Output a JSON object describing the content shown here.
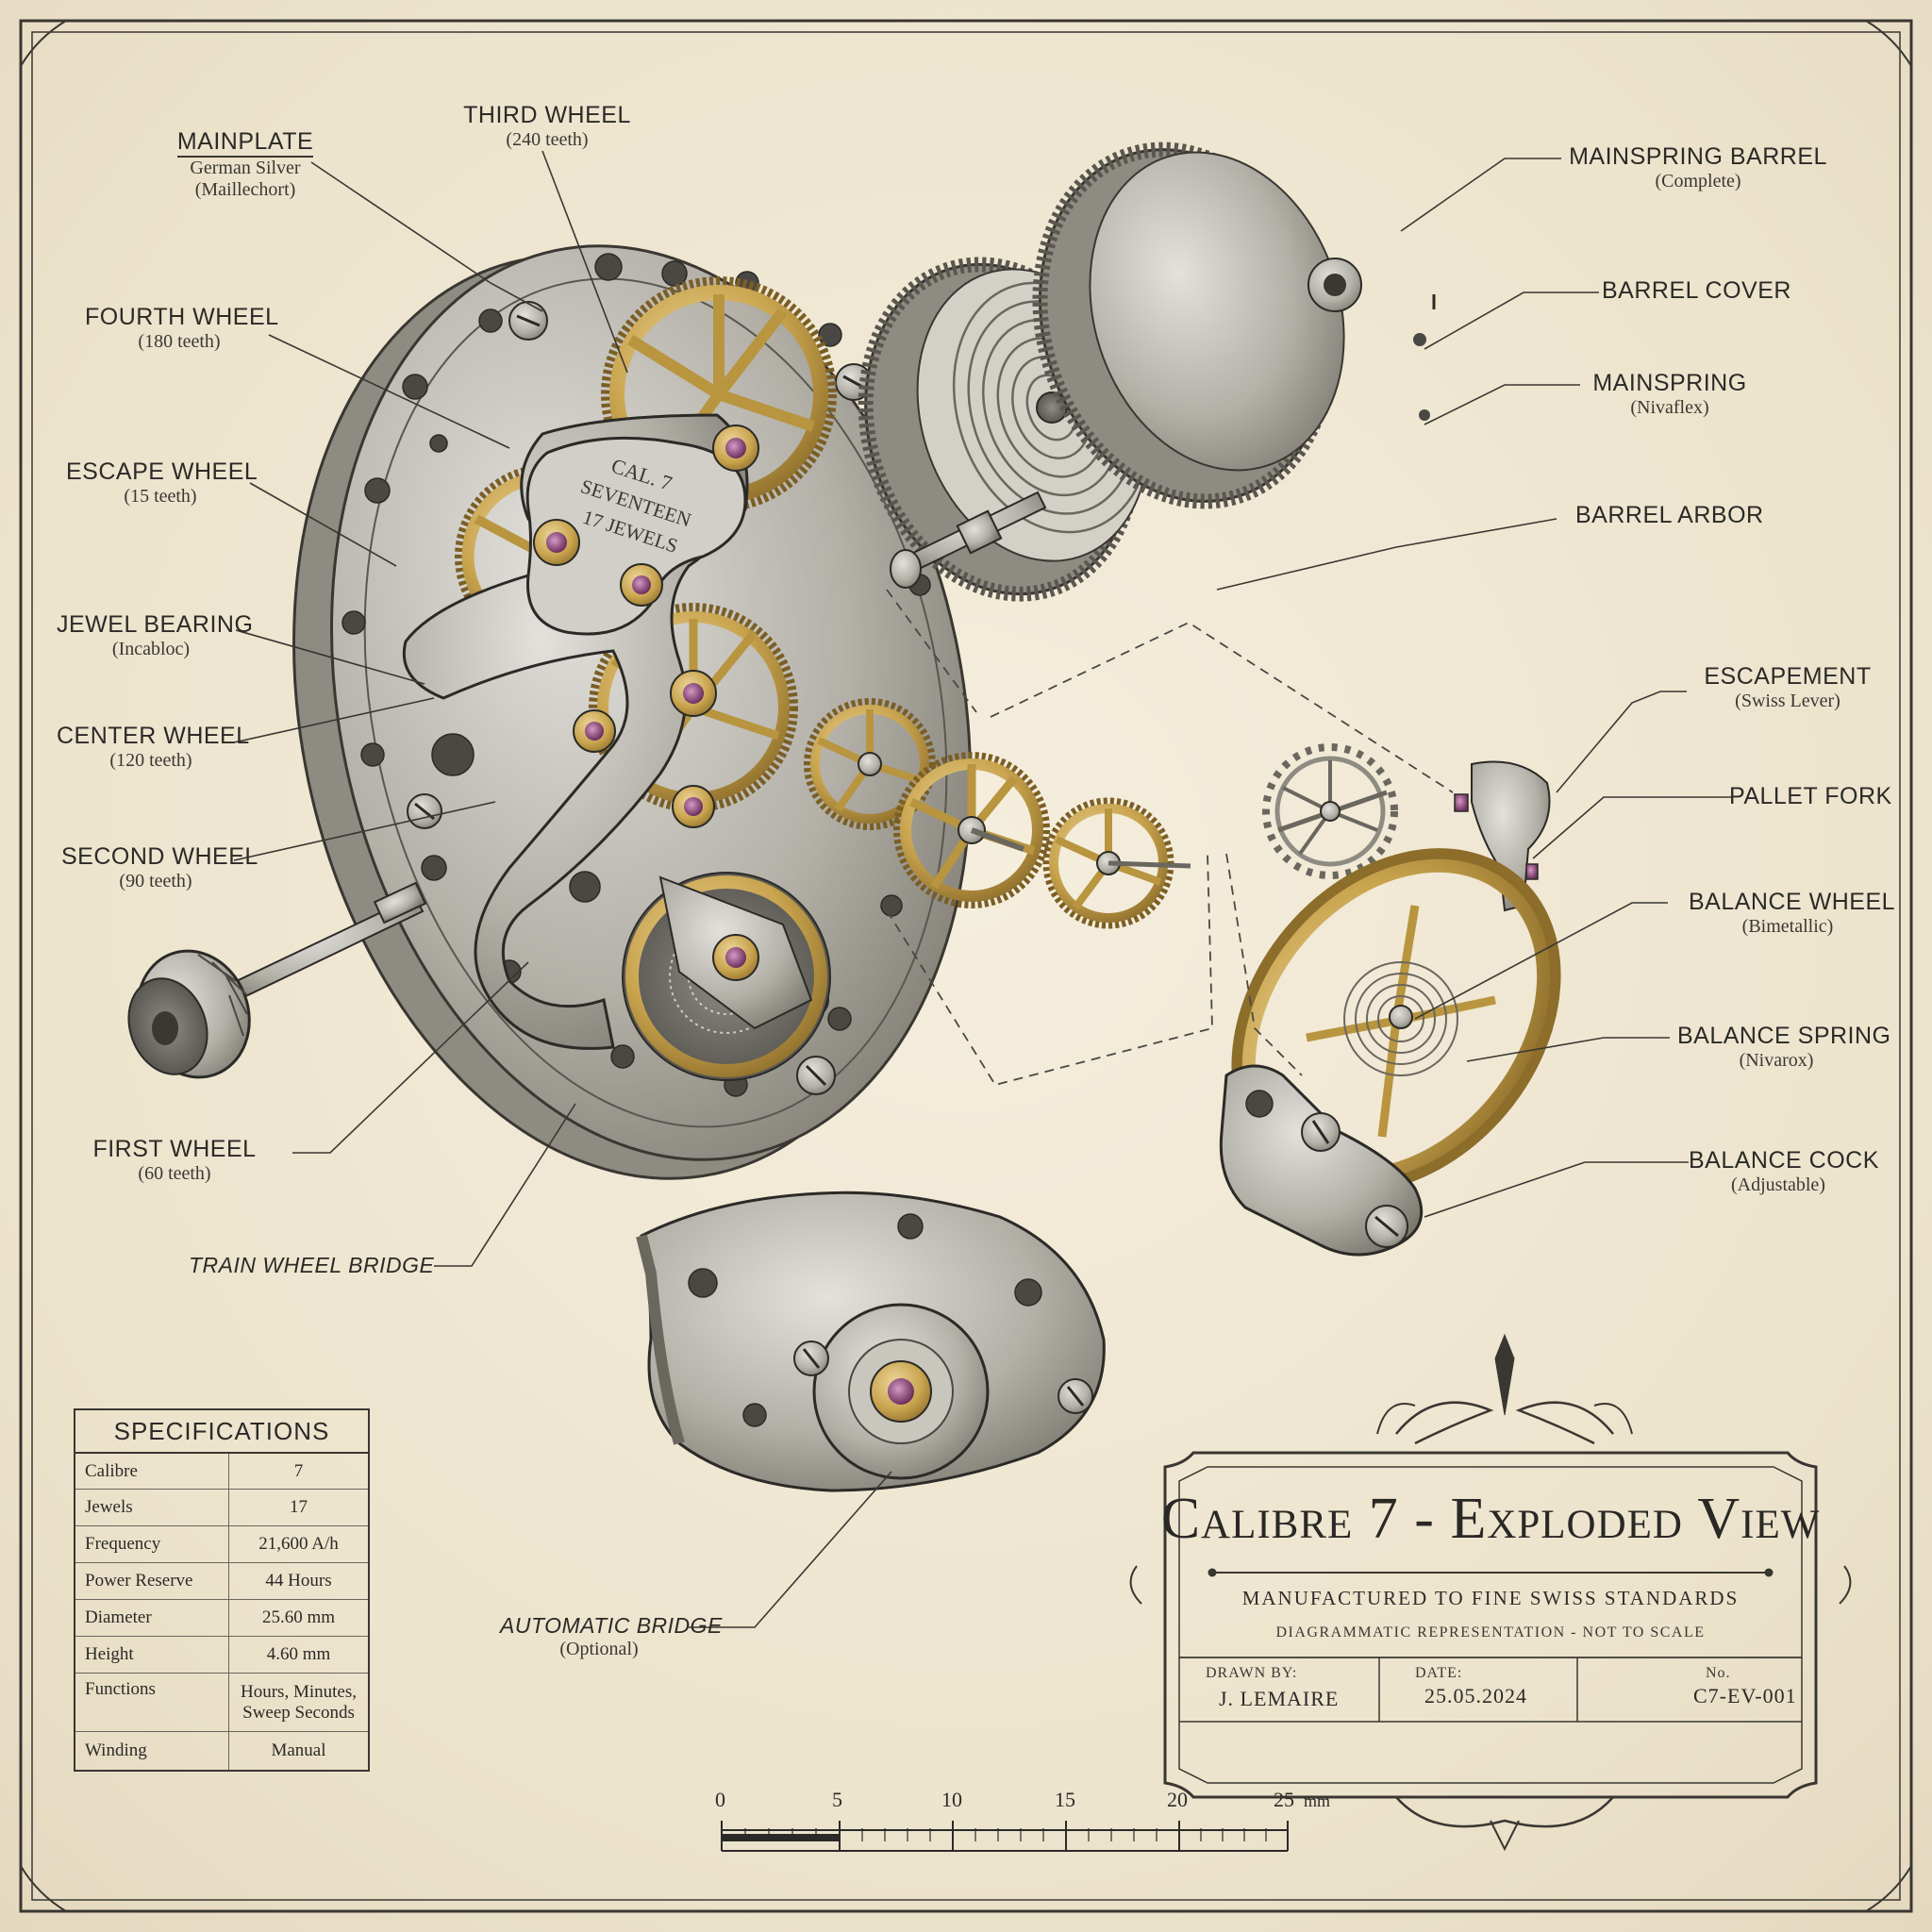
{
  "diagram_title": "Calibre 7 - Exploded View",
  "subtitle": "MANUFACTURED TO FINE SWISS STANDARDS",
  "note": "DIAGRAMMATIC REPRESENTATION - NOT TO SCALE",
  "title_block": {
    "drawn_by_label": "DRAWN BY:",
    "drawn_by": "J. LEMAIRE",
    "date_label": "DATE:",
    "date": "25.05.2024",
    "no_label": "No.",
    "no": "C7-EV-001"
  },
  "bridge_engraving": [
    "CAL. 7",
    "SEVENTEEN",
    "17 JEWELS"
  ],
  "labels": {
    "mainplate": {
      "title": "MAINPLATE",
      "sub1": "German Silver",
      "sub2": "(Maillechort)"
    },
    "third_wheel": {
      "title": "THIRD WHEEL",
      "sub": "(240 teeth)"
    },
    "fourth_wheel": {
      "title": "FOURTH WHEEL",
      "sub": "(180 teeth)"
    },
    "escape_wheel": {
      "title": "ESCAPE WHEEL",
      "sub": "(15 teeth)"
    },
    "jewel_bearing": {
      "title": "JEWEL BEARING",
      "sub": "(Incabloc)"
    },
    "center_wheel": {
      "title": "CENTER WHEEL",
      "sub": "(120 teeth)"
    },
    "second_wheel": {
      "title": "SECOND WHEEL",
      "sub": "(90 teeth)"
    },
    "first_wheel": {
      "title": "FIRST WHEEL",
      "sub": "(60 teeth)"
    },
    "train_wheel_bridge": {
      "title": "TRAIN WHEEL BRIDGE"
    },
    "automatic_bridge": {
      "title": "AUTOMATIC BRIDGE",
      "sub": "(Optional)"
    },
    "mainspring_barrel": {
      "title": "MAINSPRING BARREL",
      "sub": "(Complete)"
    },
    "barrel_cover": {
      "title": "BARREL COVER"
    },
    "mainspring": {
      "title": "MAINSPRING",
      "sub": "(Nivaflex)"
    },
    "barrel_arbor": {
      "title": "BARREL ARBOR"
    },
    "escapement": {
      "title": "ESCAPEMENT",
      "sub": "(Swiss Lever)"
    },
    "pallet_fork": {
      "title": "PALLET FORK"
    },
    "balance_wheel": {
      "title": "BALANCE WHEEL",
      "sub": "(Bimetallic)"
    },
    "balance_spring": {
      "title": "BALANCE SPRING",
      "sub": "(Nivarox)"
    },
    "balance_cock": {
      "title": "BALANCE COCK",
      "sub": "(Adjustable)"
    }
  },
  "specifications": {
    "title": "SPECIFICATIONS",
    "rows": [
      {
        "key": "Calibre",
        "value": "7"
      },
      {
        "key": "Jewels",
        "value": "17"
      },
      {
        "key": "Frequency",
        "value": "21,600 A/h"
      },
      {
        "key": "Power Reserve",
        "value": "44 Hours"
      },
      {
        "key": "Diameter",
        "value": "25.60 mm"
      },
      {
        "key": "Height",
        "value": "4.60 mm"
      },
      {
        "key": "Functions",
        "value": "Hours, Minutes,",
        "value2": "Sweep Seconds"
      },
      {
        "key": "Winding",
        "value": "Manual"
      }
    ]
  },
  "scale": {
    "ticks": [
      "0",
      "5",
      "10",
      "15",
      "20",
      "25"
    ],
    "unit": "mm"
  },
  "colors": {
    "paper": "#efe7d3",
    "ink": "#2b2a27",
    "steel": "#b9b7b0",
    "brass": "#c9a44e",
    "ruby": "#8c4a7a"
  }
}
